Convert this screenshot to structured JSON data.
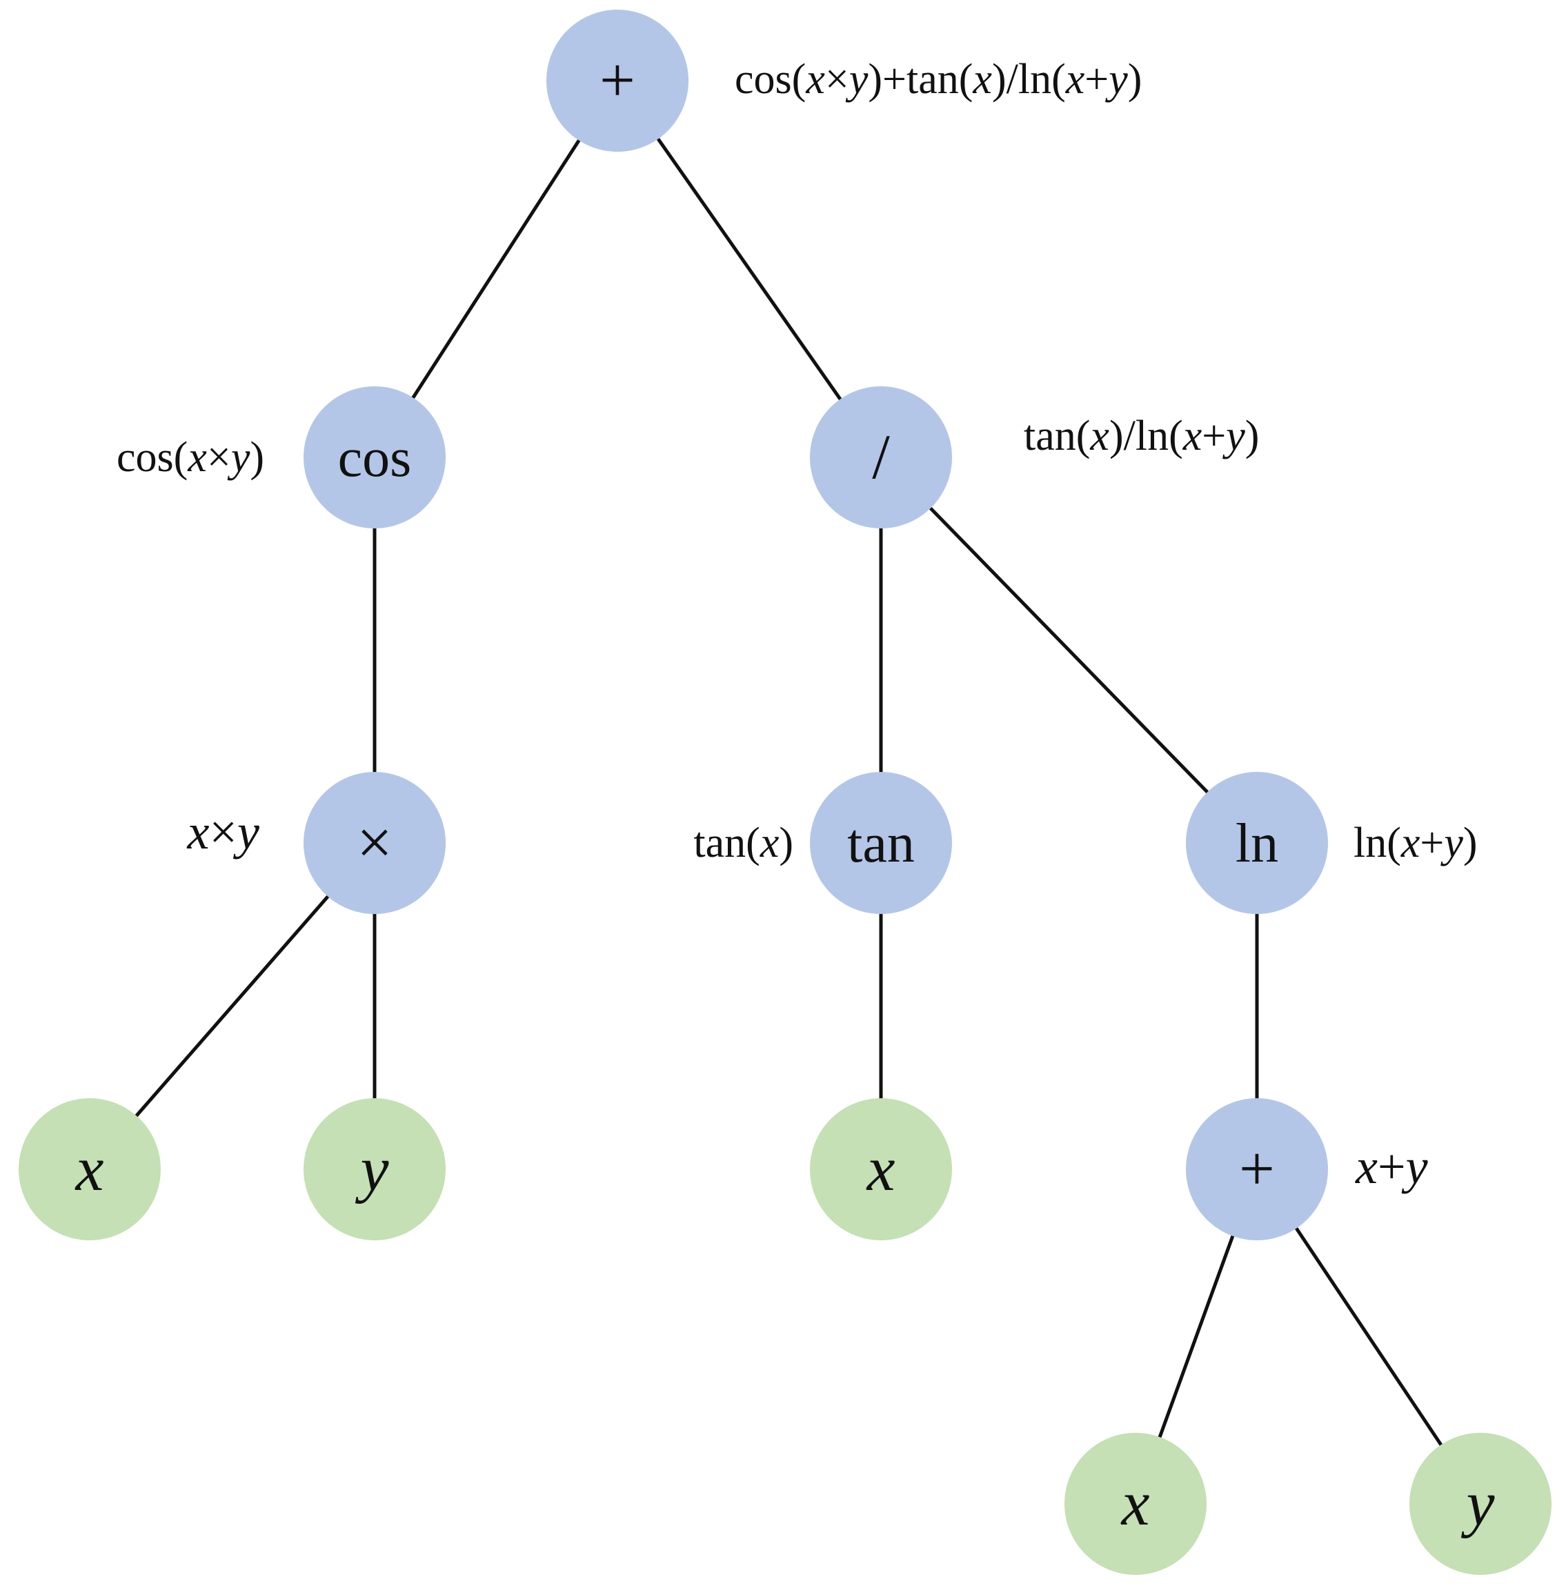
{
  "colors": {
    "operator_fill": "#b4c6e7",
    "variable_fill": "#c5e0b4",
    "edge": "#111111",
    "text": "#111111"
  },
  "nodes": [
    {
      "id": "root",
      "kind": "operator",
      "label": "+",
      "italic": false
    },
    {
      "id": "cos",
      "kind": "operator",
      "label": "cos",
      "italic": false
    },
    {
      "id": "div",
      "kind": "operator",
      "label": "/",
      "italic": false
    },
    {
      "id": "mul",
      "kind": "operator",
      "label": "×",
      "italic": false
    },
    {
      "id": "tan",
      "kind": "operator",
      "label": "tan",
      "italic": false
    },
    {
      "id": "ln",
      "kind": "operator",
      "label": "ln",
      "italic": false
    },
    {
      "id": "mul_x",
      "kind": "variable",
      "label": "x",
      "italic": true
    },
    {
      "id": "mul_y",
      "kind": "variable",
      "label": "y",
      "italic": true
    },
    {
      "id": "tan_x",
      "kind": "variable",
      "label": "x",
      "italic": true
    },
    {
      "id": "plus",
      "kind": "operator",
      "label": "+",
      "italic": false
    },
    {
      "id": "plus_x",
      "kind": "variable",
      "label": "x",
      "italic": true
    },
    {
      "id": "plus_y",
      "kind": "variable",
      "label": "y",
      "italic": true
    }
  ],
  "edges": [
    {
      "from": "root",
      "to": "cos"
    },
    {
      "from": "root",
      "to": "div"
    },
    {
      "from": "cos",
      "to": "mul"
    },
    {
      "from": "mul",
      "to": "mul_x"
    },
    {
      "from": "mul",
      "to": "mul_y"
    },
    {
      "from": "div",
      "to": "tan"
    },
    {
      "from": "div",
      "to": "ln"
    },
    {
      "from": "tan",
      "to": "tan_x"
    },
    {
      "from": "ln",
      "to": "plus"
    },
    {
      "from": "plus",
      "to": "plus_x"
    },
    {
      "from": "plus",
      "to": "plus_y"
    }
  ],
  "annotations": [
    {
      "node": "root",
      "text": "cos(x×y)+tan(x)/ln(x+y)"
    },
    {
      "node": "cos",
      "text": "cos(x×y)"
    },
    {
      "node": "div",
      "text": "tan(x)/ln(x+y)"
    },
    {
      "node": "mul",
      "text": "x×y"
    },
    {
      "node": "tan",
      "text": "tan(x)"
    },
    {
      "node": "ln",
      "text": "ln(x+y)"
    },
    {
      "node": "plus",
      "text": "x+y"
    }
  ]
}
